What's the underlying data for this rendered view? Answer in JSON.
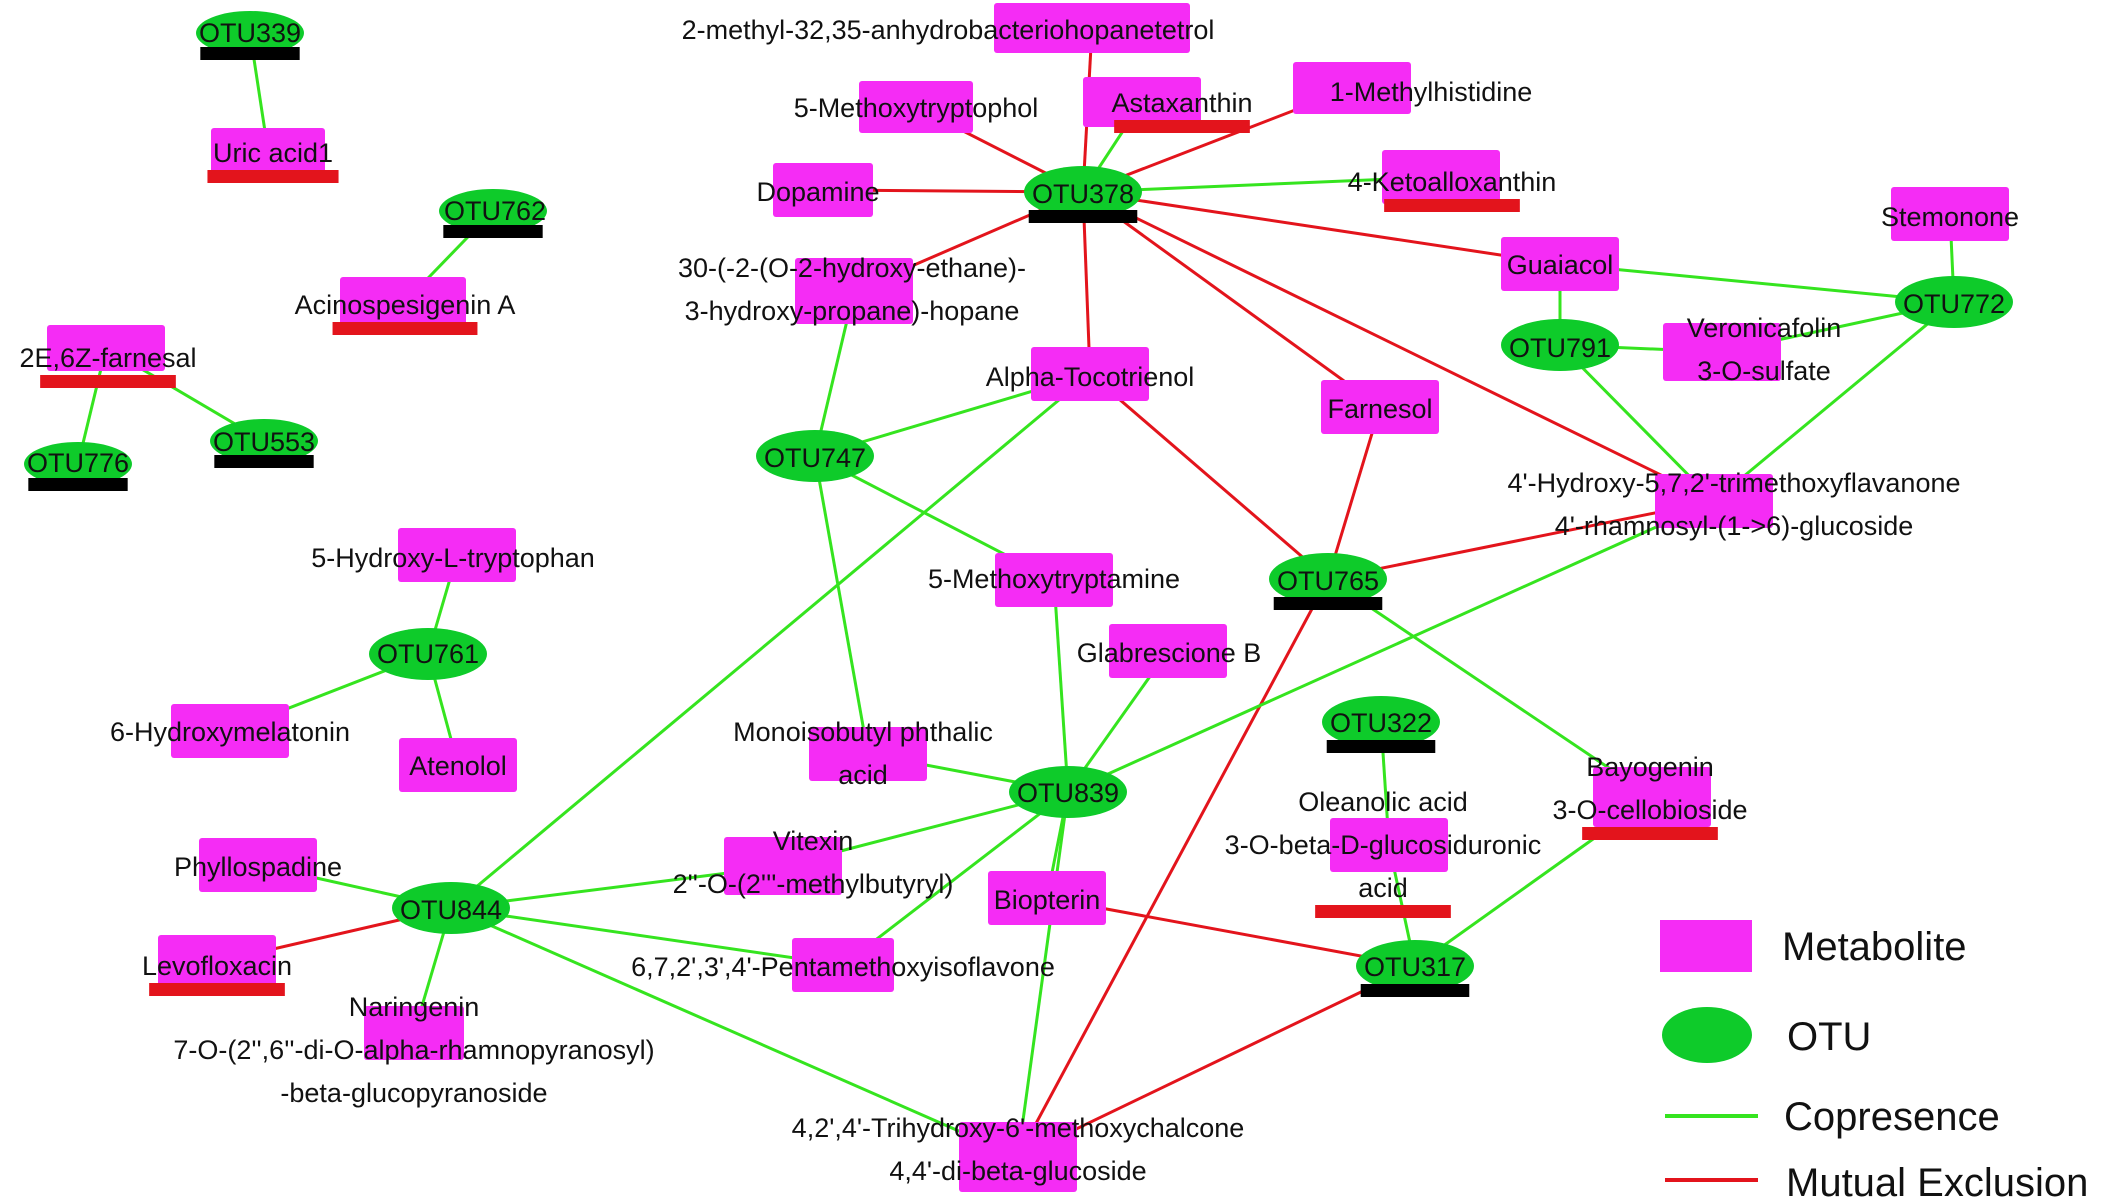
{
  "colors": {
    "metabolite": "#f52cf5",
    "otu": "#0ecb2a",
    "copresence": "#35e41f",
    "exclusion": "#e3141c",
    "marker_black": "#000000",
    "marker_red": "#e3141c"
  },
  "legend": {
    "metabolite": "Metabolite",
    "otu": "OTU",
    "copresence": "Copresence",
    "exclusion": "Mutual Exclusion"
  },
  "nodes": [
    {
      "id": "otu339",
      "type": "otu",
      "lines": [
        "OTU339"
      ],
      "marker": "black"
    },
    {
      "id": "uric",
      "type": "metabolite",
      "lines": [
        "Uric acid1"
      ],
      "marker": "red"
    },
    {
      "id": "otu762",
      "type": "otu",
      "lines": [
        "OTU762"
      ],
      "marker": "black"
    },
    {
      "id": "acino",
      "type": "metabolite",
      "lines": [
        "Acinospesigenin A"
      ],
      "marker": "red"
    },
    {
      "id": "farnesal",
      "type": "metabolite",
      "lines": [
        "2E,6Z-farnesal"
      ],
      "marker": "red"
    },
    {
      "id": "otu776",
      "type": "otu",
      "lines": [
        "OTU776"
      ],
      "marker": "black"
    },
    {
      "id": "otu553",
      "type": "otu",
      "lines": [
        "OTU553"
      ],
      "marker": "black"
    },
    {
      "id": "hydroxytrp",
      "type": "metabolite",
      "lines": [
        "5-Hydroxy-L-tryptophan"
      ]
    },
    {
      "id": "otu761",
      "type": "otu",
      "lines": [
        "OTU761"
      ]
    },
    {
      "id": "hydroxymel",
      "type": "metabolite",
      "lines": [
        "6-Hydroxymelatonin"
      ]
    },
    {
      "id": "atenolol",
      "type": "metabolite",
      "lines": [
        "Atenolol"
      ]
    },
    {
      "id": "methylhopane",
      "type": "metabolite",
      "lines": [
        "2-methyl-32,35-anhydrobacteriohopanetetrol"
      ]
    },
    {
      "id": "methoxytryptophol",
      "type": "metabolite",
      "lines": [
        "5-Methoxytryptophol"
      ]
    },
    {
      "id": "astaxanthin",
      "type": "metabolite",
      "lines": [
        "Astaxanthin"
      ],
      "marker": "red"
    },
    {
      "id": "methylhistidine",
      "type": "metabolite",
      "lines": [
        "1-Methylhistidine"
      ]
    },
    {
      "id": "dopamine",
      "type": "metabolite",
      "lines": [
        "Dopamine"
      ]
    },
    {
      "id": "otu378",
      "type": "otu",
      "lines": [
        "OTU378"
      ],
      "marker": "black"
    },
    {
      "id": "ketoalloxanthin",
      "type": "metabolite",
      "lines": [
        "4-Ketoalloxanthin"
      ],
      "marker": "red"
    },
    {
      "id": "hopane",
      "type": "metabolite",
      "lines": [
        "30-(-2-(O-2-hydroxy-ethane)-",
        "3-hydroxy-propane)-hopane"
      ]
    },
    {
      "id": "guaiacol",
      "type": "metabolite",
      "lines": [
        "Guaiacol"
      ]
    },
    {
      "id": "stemonone",
      "type": "metabolite",
      "lines": [
        "Stemonone"
      ]
    },
    {
      "id": "otu772",
      "type": "otu",
      "lines": [
        "OTU772"
      ]
    },
    {
      "id": "otu791",
      "type": "otu",
      "lines": [
        "OTU791"
      ]
    },
    {
      "id": "veronicafolin",
      "type": "metabolite",
      "lines": [
        "Veronicafolin",
        "3-O-sulfate"
      ]
    },
    {
      "id": "tocotrienol",
      "type": "metabolite",
      "lines": [
        "Alpha-Tocotrienol"
      ]
    },
    {
      "id": "farnesol",
      "type": "metabolite",
      "lines": [
        "Farnesol"
      ]
    },
    {
      "id": "otu747",
      "type": "otu",
      "lines": [
        "OTU747"
      ]
    },
    {
      "id": "flavanone",
      "type": "metabolite",
      "lines": [
        "4'-Hydroxy-5,7,2'-trimethoxyflavanone",
        "4'-rhamnosyl-(1->6)-glucoside"
      ]
    },
    {
      "id": "methoxytryptamine",
      "type": "metabolite",
      "lines": [
        "5-Methoxytryptamine"
      ]
    },
    {
      "id": "otu765",
      "type": "otu",
      "lines": [
        "OTU765"
      ],
      "marker": "black"
    },
    {
      "id": "glabrescione",
      "type": "metabolite",
      "lines": [
        "Glabrescione B"
      ]
    },
    {
      "id": "otu322",
      "type": "otu",
      "lines": [
        "OTU322"
      ],
      "marker": "black"
    },
    {
      "id": "phthalic",
      "type": "metabolite",
      "lines": [
        "Monoisobutyl phthalic",
        "acid"
      ]
    },
    {
      "id": "otu839",
      "type": "otu",
      "lines": [
        "OTU839"
      ]
    },
    {
      "id": "bayogenin",
      "type": "metabolite",
      "lines": [
        "Bayogenin",
        "3-O-cellobioside"
      ],
      "marker": "red"
    },
    {
      "id": "oleanolic",
      "type": "metabolite",
      "lines": [
        "Oleanolic acid",
        "3-O-beta-D-glucosiduronic",
        "acid"
      ],
      "marker": "red"
    },
    {
      "id": "vitexin",
      "type": "metabolite",
      "lines": [
        "Vitexin",
        "2''-O-(2'''-methylbutyryl)"
      ]
    },
    {
      "id": "phyllospadine",
      "type": "metabolite",
      "lines": [
        "Phyllospadine"
      ]
    },
    {
      "id": "otu844",
      "type": "otu",
      "lines": [
        "OTU844"
      ]
    },
    {
      "id": "biopterin",
      "type": "metabolite",
      "lines": [
        "Biopterin"
      ]
    },
    {
      "id": "levofloxacin",
      "type": "metabolite",
      "lines": [
        "Levofloxacin"
      ],
      "marker": "red"
    },
    {
      "id": "isoflavone",
      "type": "metabolite",
      "lines": [
        "6,7,2',3',4'-Pentamethoxyisoflavone"
      ]
    },
    {
      "id": "otu317",
      "type": "otu",
      "lines": [
        "OTU317"
      ],
      "marker": "black"
    },
    {
      "id": "naringenin",
      "type": "metabolite",
      "lines": [
        "Naringenin",
        "7-O-(2'',6''-di-O-alpha-rhamnopyranosyl)",
        "-beta-glucopyranoside"
      ]
    },
    {
      "id": "chalcone",
      "type": "metabolite",
      "lines": [
        "4,2',4'-Trihydroxy-6'-methoxychalcone",
        "4,4'-di-beta-glucoside"
      ]
    }
  ],
  "edges": [
    {
      "source": "otu339",
      "target": "uric",
      "type": "copresence"
    },
    {
      "source": "otu762",
      "target": "acino",
      "type": "copresence"
    },
    {
      "source": "farnesal",
      "target": "otu776",
      "type": "copresence"
    },
    {
      "source": "farnesal",
      "target": "otu553",
      "type": "copresence"
    },
    {
      "source": "hydroxytrp",
      "target": "otu761",
      "type": "copresence"
    },
    {
      "source": "otu761",
      "target": "hydroxymel",
      "type": "copresence"
    },
    {
      "source": "otu761",
      "target": "atenolol",
      "type": "copresence"
    },
    {
      "source": "otu378",
      "target": "methylhopane",
      "type": "exclusion"
    },
    {
      "source": "otu378",
      "target": "methoxytryptophol",
      "type": "exclusion"
    },
    {
      "source": "otu378",
      "target": "astaxanthin",
      "type": "copresence"
    },
    {
      "source": "otu378",
      "target": "methylhistidine",
      "type": "exclusion"
    },
    {
      "source": "otu378",
      "target": "dopamine",
      "type": "exclusion"
    },
    {
      "source": "otu378",
      "target": "ketoalloxanthin",
      "type": "copresence"
    },
    {
      "source": "otu378",
      "target": "hopane",
      "type": "exclusion"
    },
    {
      "source": "otu378",
      "target": "guaiacol",
      "type": "exclusion"
    },
    {
      "source": "otu378",
      "target": "tocotrienol",
      "type": "exclusion"
    },
    {
      "source": "otu378",
      "target": "farnesol",
      "type": "exclusion"
    },
    {
      "source": "otu378",
      "target": "flavanone",
      "type": "exclusion"
    },
    {
      "source": "guaiacol",
      "target": "otu772",
      "type": "copresence"
    },
    {
      "source": "stemonone",
      "target": "otu772",
      "type": "copresence"
    },
    {
      "source": "otu772",
      "target": "veronicafolin",
      "type": "copresence"
    },
    {
      "source": "otu772",
      "target": "flavanone",
      "type": "copresence"
    },
    {
      "source": "guaiacol",
      "target": "otu791",
      "type": "copresence"
    },
    {
      "source": "otu791",
      "target": "veronicafolin",
      "type": "copresence"
    },
    {
      "source": "otu791",
      "target": "flavanone",
      "type": "copresence"
    },
    {
      "source": "hopane",
      "target": "otu747",
      "type": "copresence"
    },
    {
      "source": "otu747",
      "target": "tocotrienol",
      "type": "copresence"
    },
    {
      "source": "otu747",
      "target": "methoxytryptamine",
      "type": "copresence"
    },
    {
      "source": "otu747",
      "target": "phthalic",
      "type": "copresence"
    },
    {
      "source": "tocotrienol",
      "target": "otu765",
      "type": "exclusion"
    },
    {
      "source": "tocotrienol",
      "target": "otu844",
      "type": "copresence"
    },
    {
      "source": "farnesol",
      "target": "otu765",
      "type": "exclusion"
    },
    {
      "source": "otu765",
      "target": "flavanone",
      "type": "exclusion"
    },
    {
      "source": "otu765",
      "target": "bayogenin",
      "type": "copresence"
    },
    {
      "source": "otu765",
      "target": "chalcone",
      "type": "exclusion"
    },
    {
      "source": "otu839",
      "target": "methoxytryptamine",
      "type": "copresence"
    },
    {
      "source": "otu839",
      "target": "glabrescione",
      "type": "copresence"
    },
    {
      "source": "otu839",
      "target": "flavanone",
      "type": "copresence"
    },
    {
      "source": "otu839",
      "target": "phthalic",
      "type": "copresence"
    },
    {
      "source": "otu839",
      "target": "vitexin",
      "type": "copresence"
    },
    {
      "source": "otu839",
      "target": "biopterin",
      "type": "copresence"
    },
    {
      "source": "otu839",
      "target": "isoflavone",
      "type": "copresence"
    },
    {
      "source": "otu839",
      "target": "chalcone",
      "type": "copresence"
    },
    {
      "source": "otu322",
      "target": "oleanolic",
      "type": "copresence"
    },
    {
      "source": "oleanolic",
      "target": "otu317",
      "type": "copresence"
    },
    {
      "source": "bayogenin",
      "target": "otu317",
      "type": "copresence"
    },
    {
      "source": "biopterin",
      "target": "otu317",
      "type": "exclusion"
    },
    {
      "source": "otu317",
      "target": "chalcone",
      "type": "exclusion"
    },
    {
      "source": "otu844",
      "target": "phyllospadine",
      "type": "copresence"
    },
    {
      "source": "otu844",
      "target": "levofloxacin",
      "type": "exclusion"
    },
    {
      "source": "otu844",
      "target": "vitexin",
      "type": "copresence"
    },
    {
      "source": "otu844",
      "target": "isoflavone",
      "type": "copresence"
    },
    {
      "source": "otu844",
      "target": "naringenin",
      "type": "copresence"
    },
    {
      "source": "otu844",
      "target": "chalcone",
      "type": "copresence"
    }
  ]
}
